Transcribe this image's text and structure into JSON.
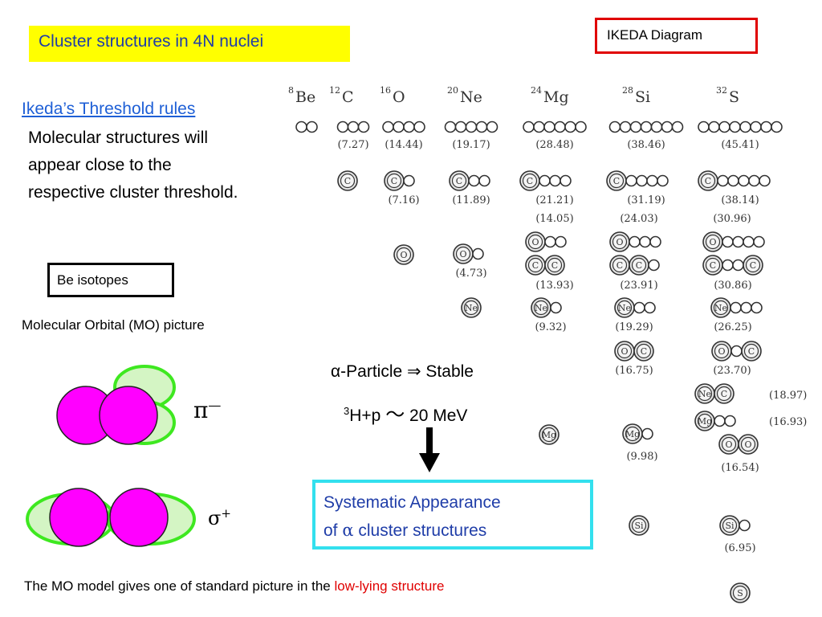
{
  "header": {
    "title": "Cluster structures in 4N nuclei",
    "ikeda_label": "IKEDA Diagram"
  },
  "rules": {
    "title": "Ikeda’s Threshold rules",
    "lines": [
      "Molecular structures will",
      "appear close to the",
      "respective cluster threshold."
    ]
  },
  "be_box": "Be isotopes",
  "mo": {
    "label": "Molecular Orbital (MO) picture",
    "pi_symbol": "π",
    "pi_sign": "—",
    "sigma_symbol": "σ",
    "sigma_sign": "+"
  },
  "alpha": {
    "particle_line": "α-Particle ⇒ Stable",
    "energy_sup": "3",
    "energy_main": "H+p",
    "energy_tilde": "～",
    "energy_value": "20 MeV"
  },
  "systematic": {
    "line1": "Systematic Appearance",
    "line2_prefix": "of ",
    "line2_alpha": "α",
    "line2_rest": " cluster structures"
  },
  "bottom": {
    "prefix": "The MO model gives one of standard picture in the ",
    "highlight": "low-lying structure"
  },
  "colors": {
    "title_bg": "#ffff00",
    "ikeda_border": "#e00000",
    "cyan_border": "#33e0ee",
    "link_blue": "#1e5fd6",
    "orbital_green": "#d4f5c4",
    "orbital_edge": "#3ee820",
    "alpha_magenta": "#ff00ff",
    "highlight_red": "#e00000"
  },
  "diagram": {
    "nuclei": [
      {
        "sup": "8",
        "name": "Be"
      },
      {
        "sup": "12",
        "name": "C"
      },
      {
        "sup": "16",
        "name": "O"
      },
      {
        "sup": "20",
        "name": "Ne"
      },
      {
        "sup": "24",
        "name": "Mg"
      },
      {
        "sup": "28",
        "name": "Si"
      },
      {
        "sup": "32",
        "name": "S"
      }
    ],
    "alpha_row": [
      "",
      "(7.27)",
      "(14.44)",
      "(19.17)",
      "(28.48)",
      "(38.46)",
      "(45.41)"
    ],
    "c_row": [
      "(7.16)",
      "(11.89)",
      "(21.21)",
      "(31.19)",
      "(38.14)"
    ],
    "mg_extra": [
      "(14.05)",
      "(13.93)",
      "(9.32)"
    ],
    "si_extra": [
      "(24.03)",
      "(23.91)",
      "(19.29)",
      "(16.75)",
      "(9.98)",
      "(6.95)"
    ],
    "s_extra": [
      "(30.96)",
      "(30.86)",
      "(26.25)",
      "(23.70)",
      "(18.97)",
      "(16.93)",
      "(16.54)"
    ],
    "ne_o": "(4.73)",
    "ball_labels": {
      "c": "C",
      "o": "O",
      "ne": "Ne",
      "mg": "Mg",
      "si": "Si",
      "s": "S"
    }
  }
}
